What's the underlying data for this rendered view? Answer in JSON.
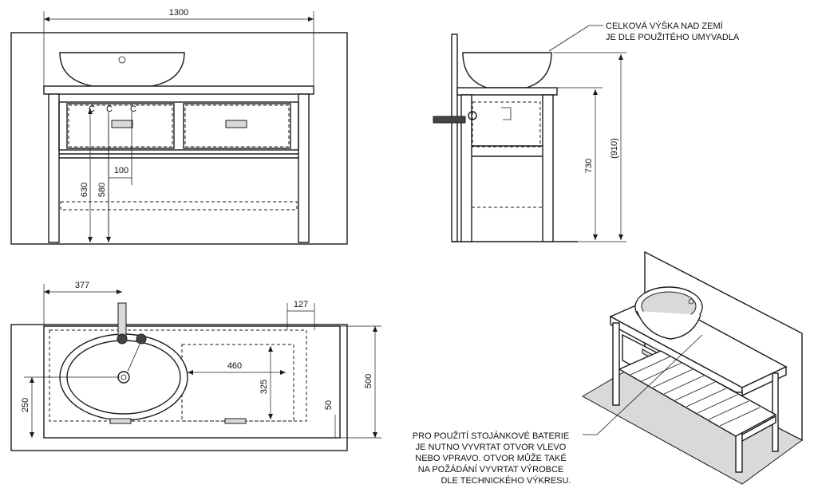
{
  "dimensions": {
    "width_total": "1300",
    "height_630": "630",
    "height_580": "580",
    "offset_100": "100",
    "side_730": "730",
    "side_910": "(910)",
    "top_377": "377",
    "top_127": "127",
    "top_460": "460",
    "top_325": "325",
    "top_500": "500",
    "top_250": "250",
    "top_50": "50"
  },
  "notes": {
    "height_note": [
      "CELKOVÁ VÝŠKA NAD ZEMÍ",
      "JE DLE POUŽITÉHO UMYVADLA"
    ],
    "faucet_note": [
      "PRO POUŽITÍ STOJÁNKOVÉ BATERIE",
      "JE NUTNO VYVRTAT OTVOR VLEVO",
      "NEBO VPRAVO. OTVOR MŮŽE TAKÉ",
      "NA POŽÁDÁNÍ VYVRTAT VÝROBCE",
      "DLE TECHNICKÉHO VÝKRESU."
    ]
  },
  "colors": {
    "line": "#1a1a1a",
    "shade": "#d9d9d9",
    "background": "#ffffff"
  }
}
